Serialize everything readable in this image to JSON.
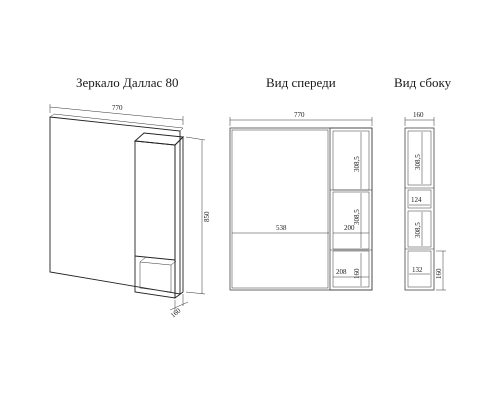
{
  "titles": {
    "product": "Зеркало Даллас 80",
    "front": "Вид спереди",
    "side": "Вид сбоку"
  },
  "dims": {
    "iso_width": "770",
    "iso_height": "850",
    "iso_depth": "160",
    "front_width": "770",
    "front_mirror_width": "538",
    "front_cabinet_width": "200",
    "front_niche_width": "208",
    "front_shelf_upper": "308,5",
    "front_shelf_lower": "308,5",
    "front_niche_height": "160",
    "side_depth": "160",
    "side_shelf_upper": "308,5",
    "side_shelf_lower": "308,5",
    "side_gap": "124",
    "side_niche_depth": "132",
    "side_niche_height": "160"
  }
}
